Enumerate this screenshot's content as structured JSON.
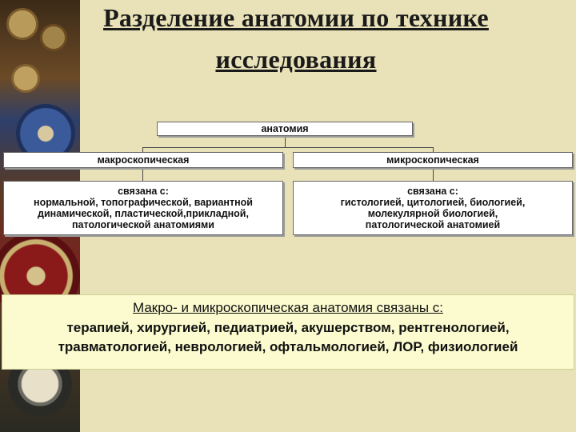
{
  "title": {
    "line1": "Разделение анатомии по технике",
    "line2": "исследования"
  },
  "diagram": {
    "root": "анатомия",
    "left": {
      "label": "макроскопическая",
      "detail_header": "связана с:",
      "detail_lines": [
        "нормальной, топографической, вариантной",
        "динамической, пластической,прикладной,",
        "патологической анатомиями"
      ]
    },
    "right": {
      "label": "микроскопическая",
      "detail_header": "связана с:",
      "detail_lines": [
        "гистологией, цитологией, биологией,",
        "молекулярной биологией,",
        "патологической анатомией"
      ]
    }
  },
  "note": {
    "line1": "Макро-  и микроскопическая анатомия связаны с:",
    "line2": "терапией, хирургией, педиатрией, акушерством, рентгенологией,",
    "line3": "травматологией, неврологией, офтальмологией, ЛОР,  физиологией"
  },
  "colors": {
    "background": "#e9e2b8",
    "note_background": "#fbfbcf"
  }
}
